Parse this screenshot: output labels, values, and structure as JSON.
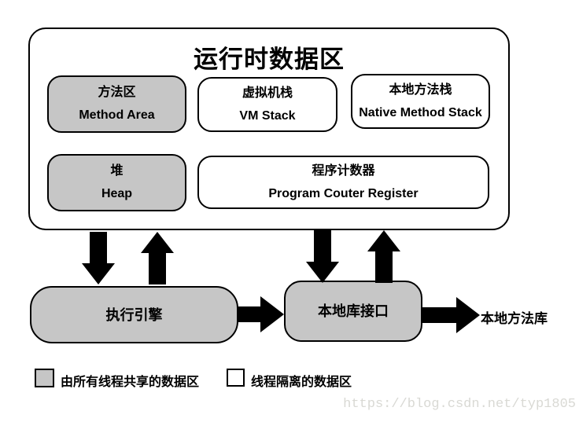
{
  "colors": {
    "shared_fill": "#c6c6c6",
    "isolated_fill": "#ffffff",
    "border": "#000000",
    "arrow": "#000000",
    "watermark_text": "#d9d9d4"
  },
  "runtime_area": {
    "title": "运行时数据区",
    "boxes": [
      {
        "zh": "方法区",
        "en": "Method Area",
        "type": "shared"
      },
      {
        "zh": "虚拟机栈",
        "en": "VM Stack",
        "type": "isolated"
      },
      {
        "zh": "本地方法栈",
        "en": "Native Method Stack",
        "type": "isolated"
      },
      {
        "zh": "堆",
        "en": "Heap",
        "type": "shared"
      },
      {
        "zh": "程序计数器",
        "en": "Program Couter Register",
        "type": "isolated"
      }
    ]
  },
  "engine_flow": {
    "execution_engine": "执行引擎",
    "native_library_interface": "本地库接口",
    "native_method_library": "本地方法库"
  },
  "legend": [
    {
      "label": "由所有线程共享的数据区",
      "swatch": "shared"
    },
    {
      "label": "线程隔离的数据区",
      "swatch": "isolated"
    }
  ],
  "watermark": "https://blog.csdn.net/typ1805"
}
